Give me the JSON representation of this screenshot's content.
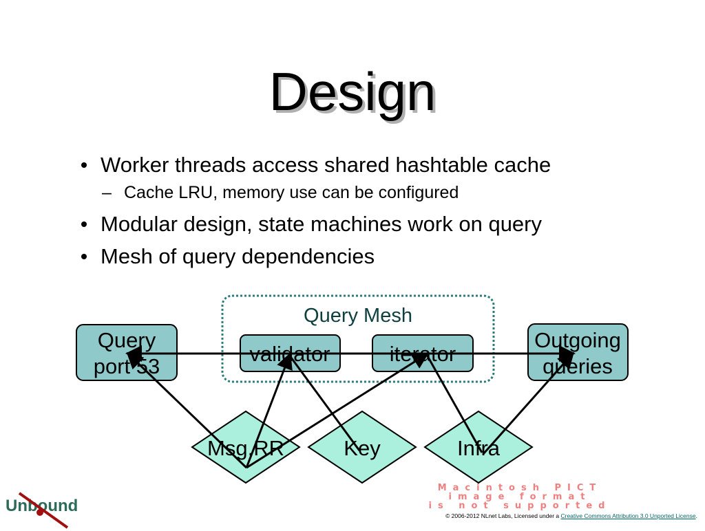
{
  "slide": {
    "title": "Design",
    "bullets": [
      "Worker threads access shared hashtable cache",
      "Modular design, state machines work on query",
      "Mesh of query dependencies"
    ],
    "sub_bullet": "Cache LRU, memory use can be configured"
  },
  "diagram": {
    "mesh_label": "Query Mesh",
    "boxes": {
      "query_port_line1": "Query",
      "query_port_line2": "port 53",
      "validator": "validator",
      "iterator": "iterator",
      "outgoing_line1": "Outgoing",
      "outgoing_line2": "queries"
    },
    "caches": [
      "Msg,RR",
      "Key",
      "Infra"
    ],
    "colors": {
      "box": "#8fc9c9",
      "diamond": "#aaf0dc",
      "mesh_border": "#2b7b7b"
    }
  },
  "logo": "Unbound",
  "placeholder_image": [
    "Macintosh PICT",
    "image format",
    "is not supported"
  ],
  "footer": {
    "text": "© 2006-2012 NLnet Labs, Licensed under a ",
    "link": "Creative Commons Attribution 3.0 Unported License",
    "end": "."
  }
}
